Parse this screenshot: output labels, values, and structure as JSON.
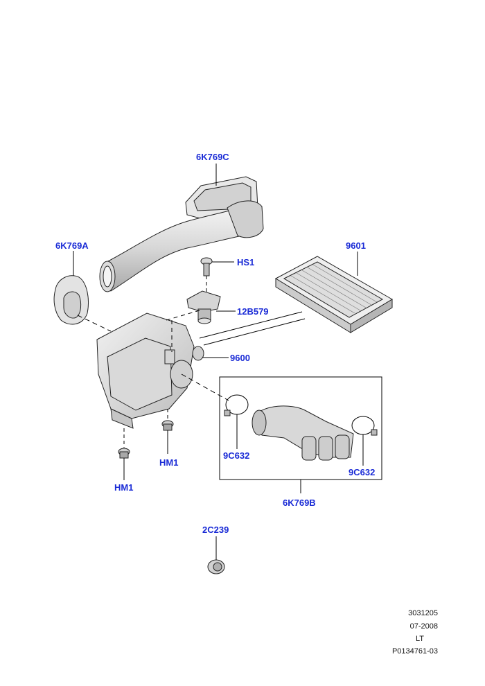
{
  "labels": {
    "intake_duct": "6K769C",
    "resonator_mesh": "6K769A",
    "screw": "HS1",
    "air_filter": "9601",
    "sensor_bracket": "12B579",
    "air_cleaner": "9600",
    "mount_right": "HM1",
    "mount_left": "HM1",
    "clip_left": "9C632",
    "clip_right": "9C632",
    "outlet_duct": "6K769B",
    "grommet": "2C239"
  },
  "reference": {
    "line1": "3031205",
    "line2": "07-2008",
    "line3": "LT",
    "line4": "P0134761-03"
  },
  "colors": {
    "label": "#1a2bd6",
    "line": "#000000",
    "part_fill": "#e6e6e6",
    "part_shade": "#bdbdbd"
  }
}
